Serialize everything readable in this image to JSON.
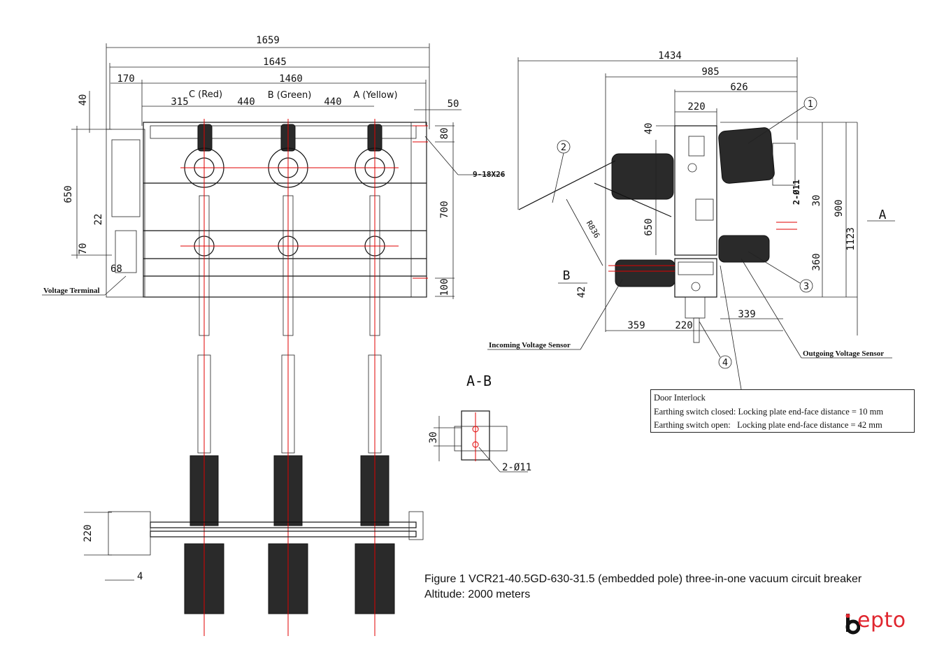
{
  "front_view": {
    "dims_top": [
      "1659",
      "1645",
      "1460",
      "170"
    ],
    "phase_labels": [
      "C (Red)",
      "B (Green)",
      "A (Yellow)"
    ],
    "phase_spacing": [
      "315",
      "440",
      "440"
    ],
    "dims_left": [
      "40",
      "650",
      "22",
      "70",
      "68"
    ],
    "dims_right": [
      "50",
      "80",
      "700",
      "100"
    ],
    "hole_note": "9-18X26",
    "voltage_terminal": "Voltage Terminal",
    "bottom_dims": [
      "220",
      "4"
    ]
  },
  "side_view": {
    "dims_top": [
      "1434",
      "985",
      "626",
      "220"
    ],
    "dims_right": [
      "2-Ø11",
      "30",
      "900",
      "1123",
      "360"
    ],
    "dim_40": "40",
    "dim_650": "650",
    "dim_42": "42",
    "dim_r": "R836",
    "dims_bottom": [
      "359",
      "220",
      "339"
    ],
    "section_a": "A",
    "section_b": "B",
    "callouts": [
      "1",
      "2",
      "3",
      "4"
    ],
    "incoming_sensor": "Incoming Voltage Sensor",
    "outgoing_sensor": "Outgoing Voltage Sensor"
  },
  "section_ab": {
    "title": "A-B",
    "dim_30": "30",
    "holes": "2-Ø11"
  },
  "door_interlock": {
    "title": "Door Interlock",
    "line1": "Earthing switch closed: Locking plate end-face distance = 10 mm",
    "line2": "Earthing switch open:   Locking plate end-face distance = 42 mm"
  },
  "caption": {
    "line1": "Figure 1 VCR21-40.5GD-630-31.5 (embedded pole) three-in-one vacuum circuit breaker",
    "line2": "Altitude: 2000 meters"
  },
  "logo": {
    "text": "epto",
    "color": "#e0262f"
  }
}
